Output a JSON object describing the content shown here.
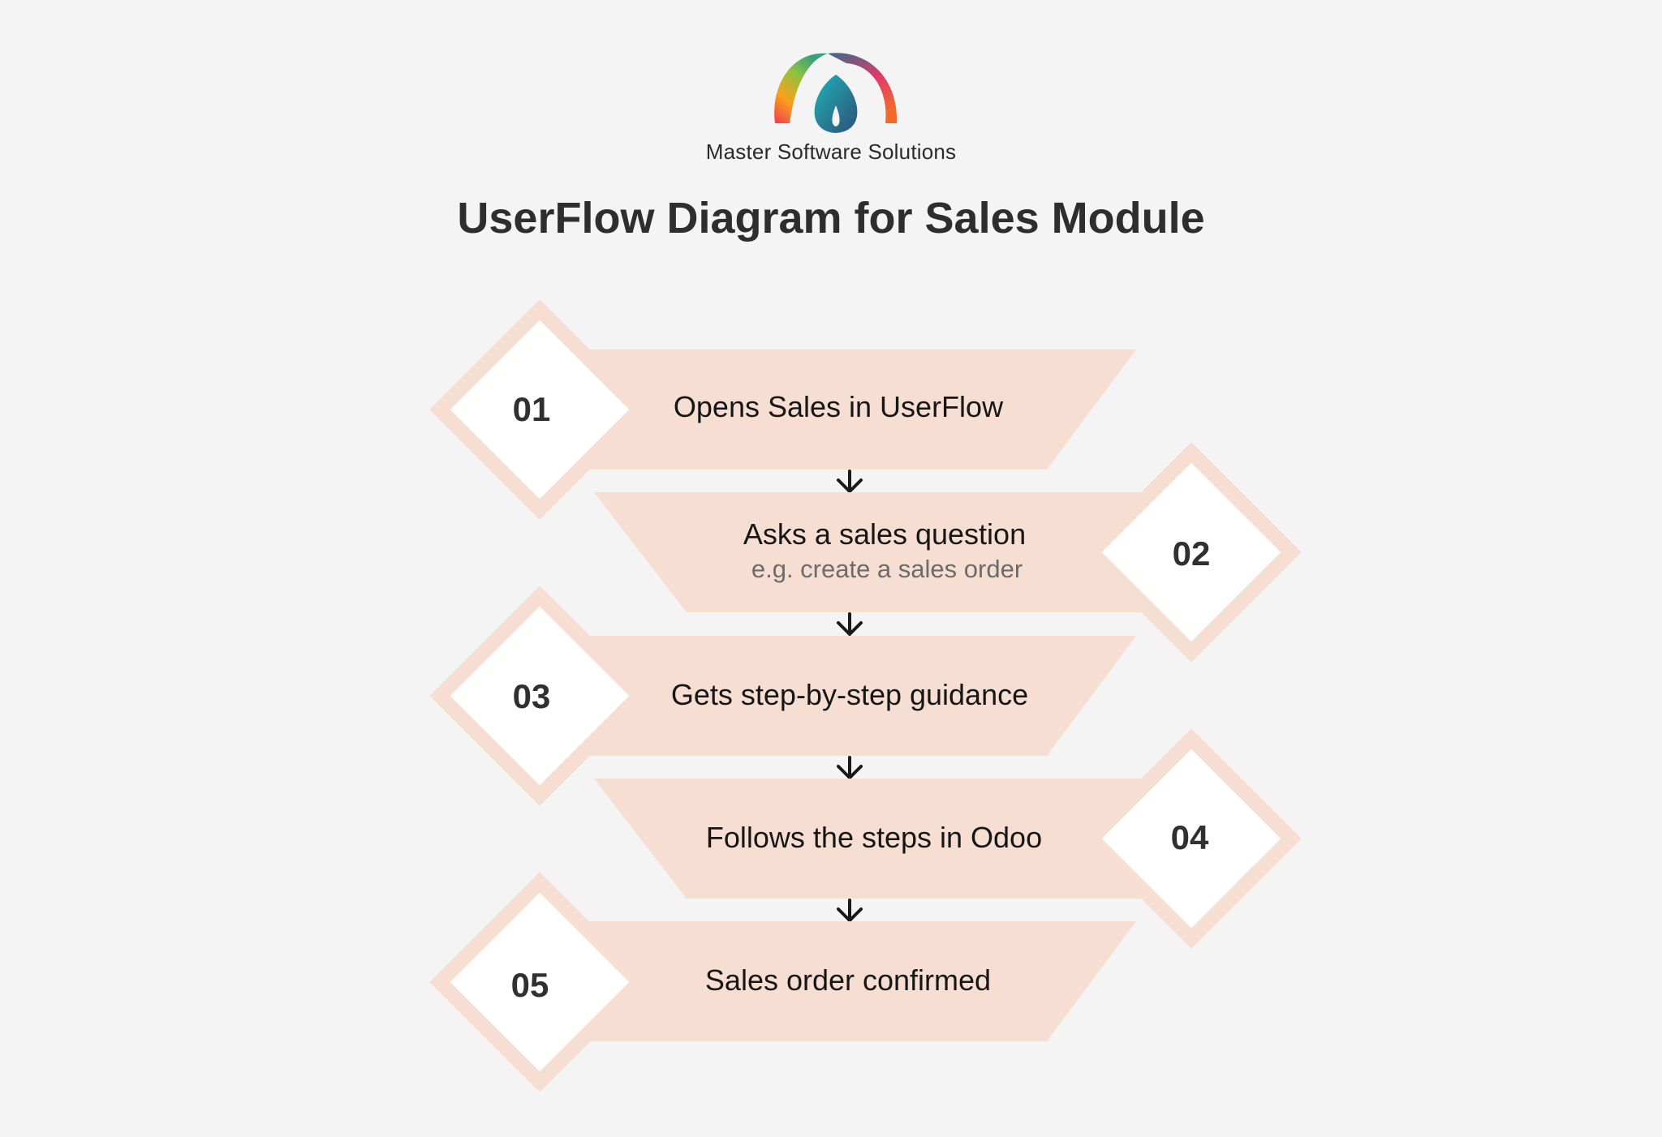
{
  "brand": {
    "name": "Master Software Solutions",
    "logo_icon": "loop-logo-icon"
  },
  "title": "UserFlow Diagram for Sales Module",
  "colors": {
    "background": "#f4f4f4",
    "band_fill": "#f7ded3",
    "diamond_border": "#f7ded3",
    "diamond_fill": "#ffffff",
    "arrow": "#1a1a1a"
  },
  "steps": [
    {
      "number": "01",
      "label": "Opens Sales in UserFlow",
      "sublabel": ""
    },
    {
      "number": "02",
      "label": "Asks a sales question",
      "sublabel": "e.g. create a sales order"
    },
    {
      "number": "03",
      "label": "Gets step-by-step guidance",
      "sublabel": ""
    },
    {
      "number": "04",
      "label": "Follows the steps in Odoo",
      "sublabel": ""
    },
    {
      "number": "05",
      "label": "Sales order confirmed",
      "sublabel": ""
    }
  ]
}
